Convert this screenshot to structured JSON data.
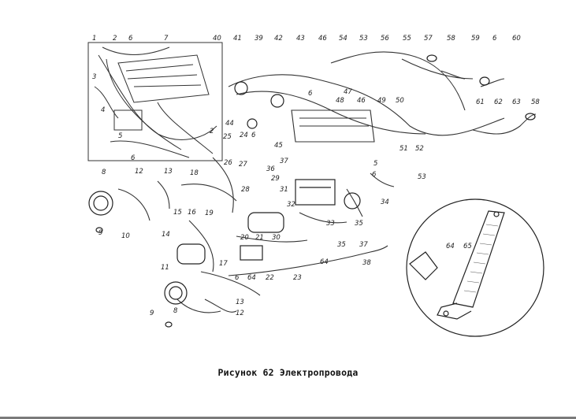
{
  "caption": "Рисунок 62 Электропровода",
  "callouts": {
    "inset": [
      "1",
      "2",
      "6",
      "7",
      "3",
      "4",
      "5",
      "2",
      "6"
    ],
    "main": [
      "40",
      "41",
      "39",
      "42",
      "43",
      "46",
      "54",
      "53",
      "56",
      "55",
      "57",
      "58",
      "59",
      "6",
      "60",
      "47",
      "6",
      "48",
      "46",
      "49",
      "50",
      "61",
      "62",
      "63",
      "58",
      "44",
      "25",
      "24",
      "6",
      "45",
      "26",
      "27",
      "36",
      "37",
      "51",
      "52",
      "5",
      "6",
      "53",
      "8",
      "12",
      "13",
      "18",
      "29",
      "31",
      "28",
      "32",
      "34",
      "15",
      "16",
      "19",
      "14",
      "9",
      "10",
      "20",
      "21",
      "30",
      "33",
      "35",
      "11",
      "17",
      "35",
      "37",
      "64",
      "38",
      "6",
      "64",
      "22",
      "23",
      "13",
      "8",
      "9",
      "12"
    ],
    "detail": [
      "64",
      "65"
    ]
  }
}
